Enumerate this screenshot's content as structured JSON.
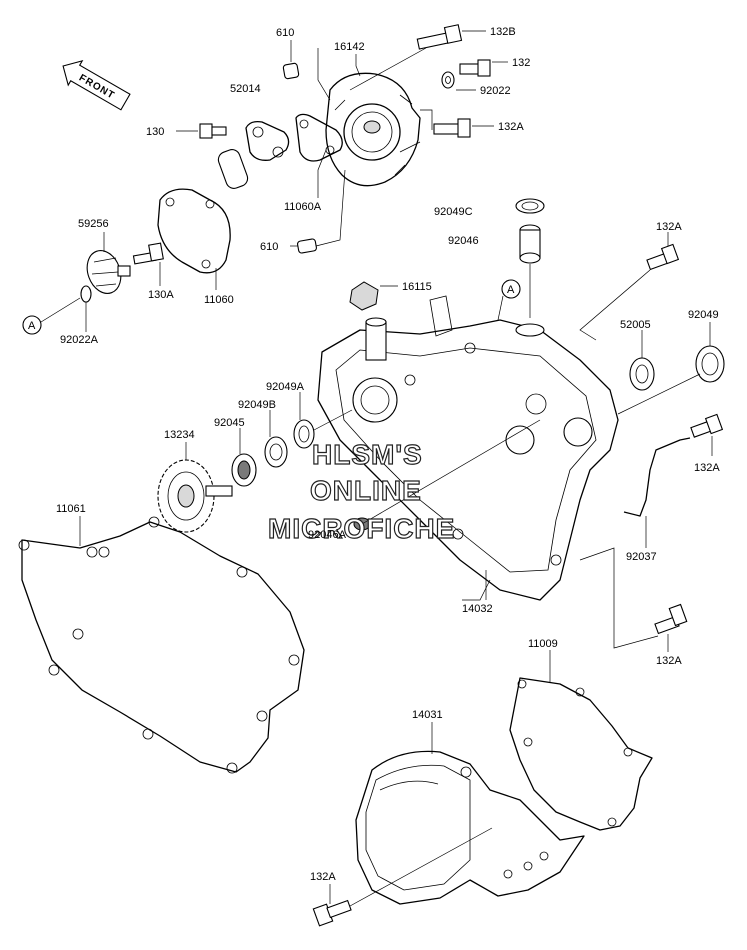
{
  "front_tag": "FRONT",
  "ref_marker": "A",
  "watermark": [
    "HLSM'S",
    "ONLINE",
    "MICROFICHE"
  ],
  "parts": {
    "p610_top": "610",
    "p16142": "16142",
    "p132B": "132B",
    "p132": "132",
    "p92022": "92022",
    "p52014": "52014",
    "p130": "130",
    "p132A_top": "132A",
    "p11060A": "11060A",
    "p92049C": "92049C",
    "p92046": "92046",
    "p610_bottom": "610",
    "p59256": "59256",
    "p130A": "130A",
    "p11060": "11060",
    "p92022A": "92022A",
    "p132A_right": "132A",
    "p16115": "16115",
    "p52005": "52005",
    "p92049": "92049",
    "p92049A": "92049A",
    "p92049B": "92049B",
    "p13234": "13234",
    "p92045": "92045",
    "p132A_mid": "132A",
    "p11061": "11061",
    "p92046A": "92046A",
    "p92037": "92037",
    "p14032": "14032",
    "p132A_low": "132A",
    "p11009": "11009",
    "p14031": "14031",
    "p132A_bottom": "132A"
  }
}
